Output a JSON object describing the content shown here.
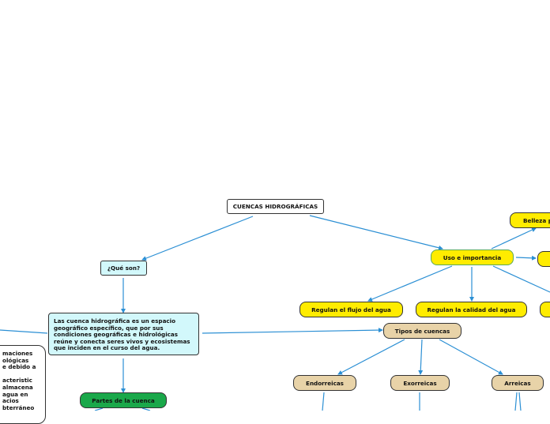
{
  "nodes": {
    "root": "CUENCAS HIDROGRÁFICAS",
    "que_son": "¿Qué son?",
    "definicion": "Las cuenca hidrográfica es un espacio geográfico específico, que por sus condiciones geográficas e hidrológicas reúne y conecta seres vivos y ecosistemas que inciden en el curso del agua.",
    "partes": "Partes de la cuenca",
    "uso": "Uso e importancia",
    "belleza": "Belleza p",
    "regulan_flujo": "Regulan el flujo del agua",
    "regulan_calidad": "Regulan la calidad del agua",
    "tipos": "Tipos de cuencas",
    "endorreicas": "Endorreicas",
    "exorreicas": "Exorreicas",
    "arreicas": "Arreicas"
  },
  "left_fragment_lines": [
    "maciones",
    "ológicas",
    "e debido a",
    "",
    "acteristic",
    "almacena",
    "agua en",
    "acios",
    "bterráneo"
  ],
  "colors": {
    "edge": "#2b8fd4",
    "yellow": "#ffec00",
    "tan": "#e8d3a8",
    "cyan": "#d2f8fb",
    "green": "#1aa84a"
  }
}
